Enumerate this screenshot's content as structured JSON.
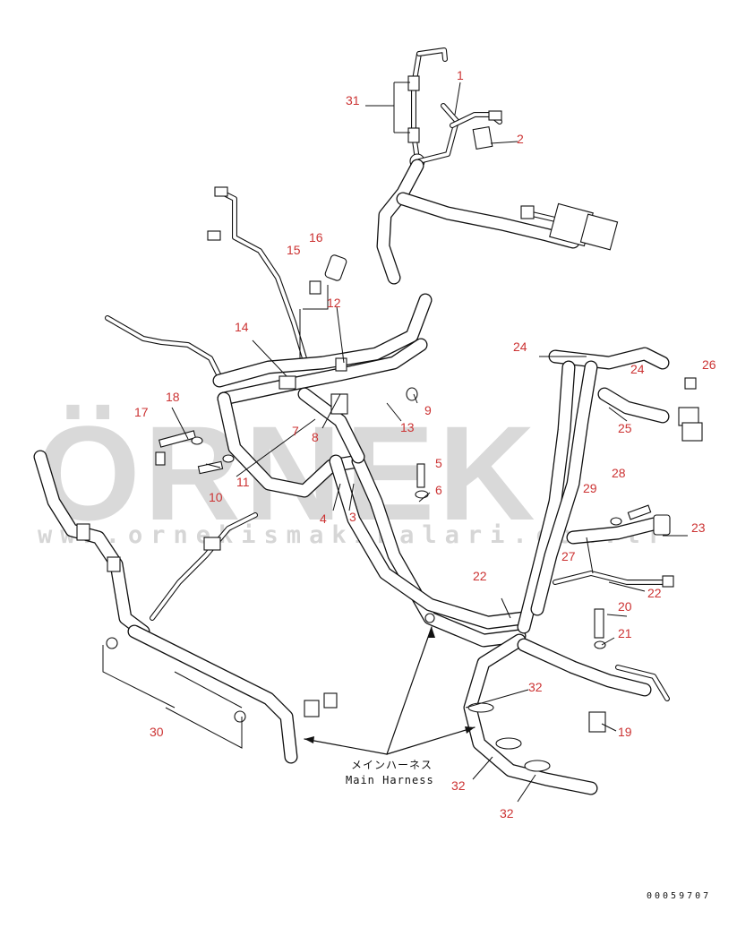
{
  "watermark": {
    "word": "ÖRNEK",
    "url": "www.ornekismakinalari.com.tr",
    "color": "#d9d9d9",
    "accent": "#f3c57a"
  },
  "colors": {
    "callout": "#cc3333",
    "line": "#111111"
  },
  "callouts": [
    "1",
    "2",
    "3",
    "4",
    "5",
    "6",
    "7",
    "8",
    "9",
    "10",
    "11",
    "12",
    "13",
    "14",
    "15",
    "16",
    "17",
    "18",
    "19",
    "20",
    "21",
    "22",
    "22",
    "23",
    "24",
    "24",
    "25",
    "26",
    "27",
    "28",
    "29",
    "30",
    "31",
    "32",
    "32",
    "32"
  ],
  "main_harness": {
    "label_jp": "メインハーネス",
    "label_en": "Main Harness"
  },
  "document_number": "00059707"
}
